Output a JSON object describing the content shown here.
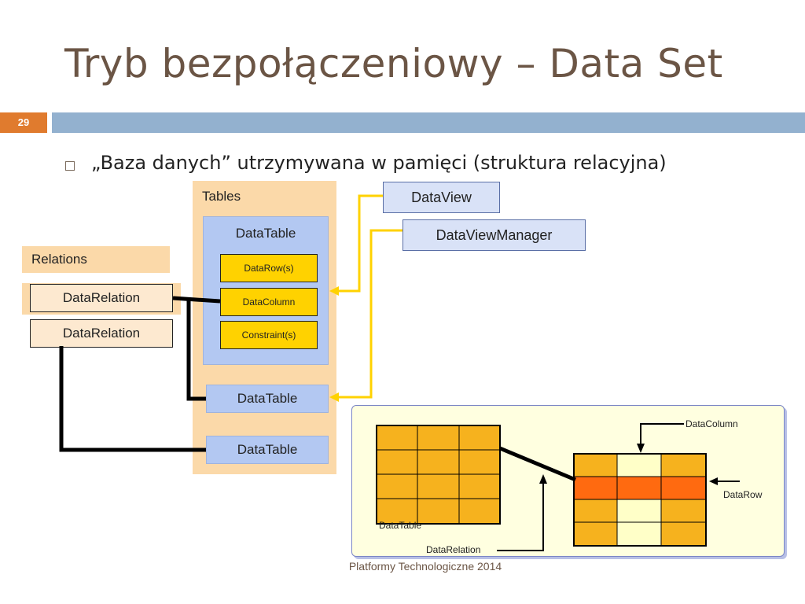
{
  "slide": {
    "title": "Tryb bezpołączeniowy – Data Set",
    "number": "29",
    "bullet": "„Baza danych” utrzymywana w pamięci (struktura relacyjna)",
    "footer": "Platformy Technologiczne 2014"
  },
  "diagram": {
    "tables_label": "Tables",
    "datatable_main": "DataTable",
    "datarow": "DataRow(s)",
    "datacolumn": "DataColumn",
    "constraint": "Constraint(s)",
    "datatable_2": "DataTable",
    "datatable_3": "DataTable",
    "relations_label": "Relations",
    "datarelation_1": "DataRelation",
    "datarelation_2": "DataRelation",
    "dataview": "DataView",
    "dataviewmanager": "DataViewManager"
  },
  "inset": {
    "datatable": "DataTable",
    "datacolumn": "DataColumn",
    "datarow": "DataRow",
    "datarelation": "DataRelation"
  },
  "colors": {
    "accent_orange": "#e07b2e",
    "bar_blue": "#93b1cf",
    "panel_peach": "#fbd9a9",
    "table_blue": "#b3c8f2",
    "item_yellow": "#ffd200",
    "connector_yellow": "#ffd200",
    "grid_orange": "#f6b21e",
    "row_highlight": "#ff6a10",
    "column_highlight": "#ffffc8"
  }
}
